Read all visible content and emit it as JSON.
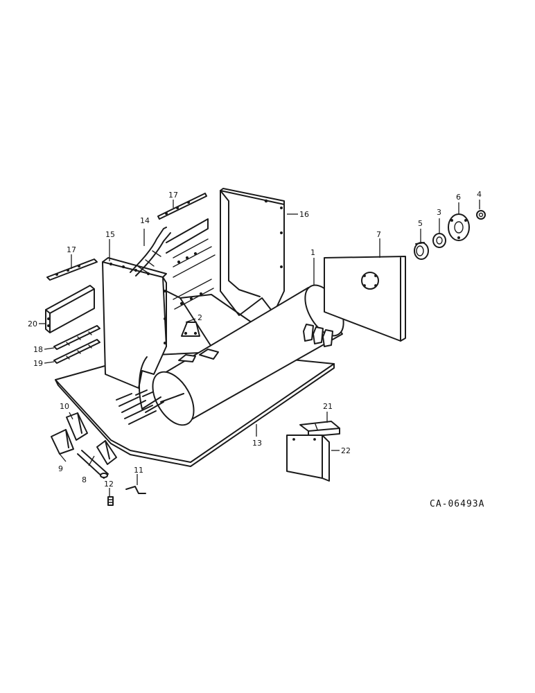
{
  "drawing": {
    "reference_code": "CA-06493A",
    "callouts": [
      {
        "id": "c1",
        "label": "1"
      },
      {
        "id": "c2",
        "label": "2"
      },
      {
        "id": "c3",
        "label": "3"
      },
      {
        "id": "c4",
        "label": "4"
      },
      {
        "id": "c5",
        "label": "5"
      },
      {
        "id": "c6",
        "label": "6"
      },
      {
        "id": "c7",
        "label": "7"
      },
      {
        "id": "c8",
        "label": "8"
      },
      {
        "id": "c9",
        "label": "9"
      },
      {
        "id": "c10",
        "label": "10"
      },
      {
        "id": "c11",
        "label": "11"
      },
      {
        "id": "c12",
        "label": "12"
      },
      {
        "id": "c13",
        "label": "13"
      },
      {
        "id": "c14",
        "label": "14"
      },
      {
        "id": "c15",
        "label": "15"
      },
      {
        "id": "c16",
        "label": "16"
      },
      {
        "id": "c17a",
        "label": "17"
      },
      {
        "id": "c17b",
        "label": "17"
      },
      {
        "id": "c18",
        "label": "18"
      },
      {
        "id": "c19",
        "label": "19"
      },
      {
        "id": "c20",
        "label": "20"
      },
      {
        "id": "c21",
        "label": "21"
      },
      {
        "id": "c22",
        "label": "22"
      }
    ]
  }
}
